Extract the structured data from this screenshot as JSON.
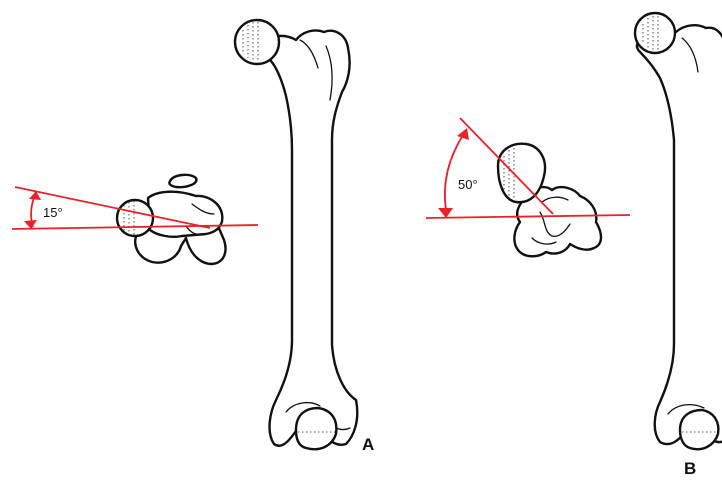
{
  "colors": {
    "angle_lines": "#e8212a",
    "outline": "#111111",
    "background": "#ffffff"
  },
  "panels": [
    {
      "letter": "A",
      "angle_label": "15°",
      "angle_degrees": 15
    },
    {
      "letter": "B",
      "angle_label": "50°",
      "angle_degrees": 50
    }
  ]
}
